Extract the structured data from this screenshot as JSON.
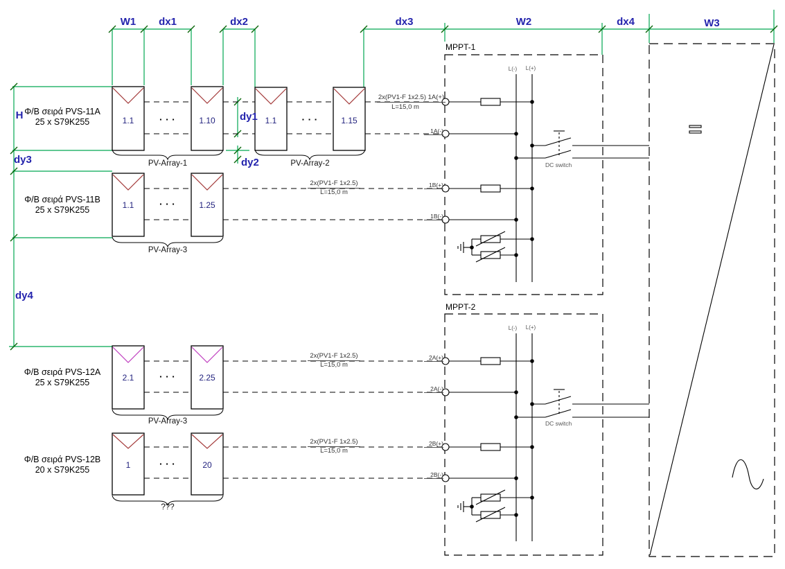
{
  "colors": {
    "dimension_green": "#00a650",
    "tick_green": "#0a670a",
    "label_blue": "#2424ad",
    "module_number_blue": "#22227e",
    "chevron_red": "#a33939",
    "chevron_magenta": "#c03fc0",
    "line_black": "#000000"
  },
  "top_dims": {
    "w1": "W1",
    "dx1": "dx1",
    "dx2": "dx2",
    "dx3": "dx3",
    "w2": "W2",
    "dx4": "dx4",
    "w3": "W3"
  },
  "left_dims": {
    "h": "H",
    "dy3": "dy3",
    "dy4": "dy4"
  },
  "gap_dims": {
    "dy1": "dy1",
    "dy2": "dy2"
  },
  "row1": {
    "name1": "Φ/Β σειρά PVS-11A",
    "name2": "25 x S79K255",
    "m1": "1.1",
    "m2": "1.10",
    "m3": "1.1",
    "m4": "1.15",
    "dots": "▪ ▪ ▪",
    "array1": "PV-Array-1",
    "array2": "PV-Array-2",
    "spec": "2x(PV1-F 1x2.5) 1A(+)",
    "len": "L=15,0 m",
    "neg": "1A(-)"
  },
  "row2": {
    "name1": "Φ/Β σειρά PVS-11B",
    "name2": "25 x S79K255",
    "m1": "1.1",
    "m2": "1.25",
    "dots": "▪ ▪ ▪",
    "array": "PV-Array-3",
    "spec": "2x(PV1-F 1x2.5)",
    "len": "L=15,0 m",
    "pos": "1B(+)",
    "neg": "1B(-)"
  },
  "row3": {
    "name1": "Φ/Β σειρά PVS-12A",
    "name2": "25 x S79K255",
    "m1": "2.1",
    "m2": "2.25",
    "dots": "▪ ▪ ▪",
    "array": "PV-Array-3",
    "spec": "2x(PV1-F 1x2.5)",
    "len": "L=15,0 m",
    "pos": "2A(+)",
    "neg": "2A(-)"
  },
  "row4": {
    "name1": "Φ/Β σειρά PVS-12B",
    "name2": "20 x S79K255",
    "m1": "1",
    "m2": "20",
    "dots": "▪ ▪ ▪",
    "array": "???",
    "spec": "2x(PV1-F 1x2.5)",
    "len": "L=15,0 m",
    "pos": "2B(+)",
    "neg": "2B(-)"
  },
  "mppt1": {
    "title": "MPPT-1",
    "bus_neg": "L(-)",
    "bus_pos": "L(+)",
    "switch": "DC switch"
  },
  "mppt2": {
    "title": "MPPT-2",
    "bus_neg": "L(-)",
    "bus_pos": "L(+)",
    "switch": "DC switch"
  }
}
